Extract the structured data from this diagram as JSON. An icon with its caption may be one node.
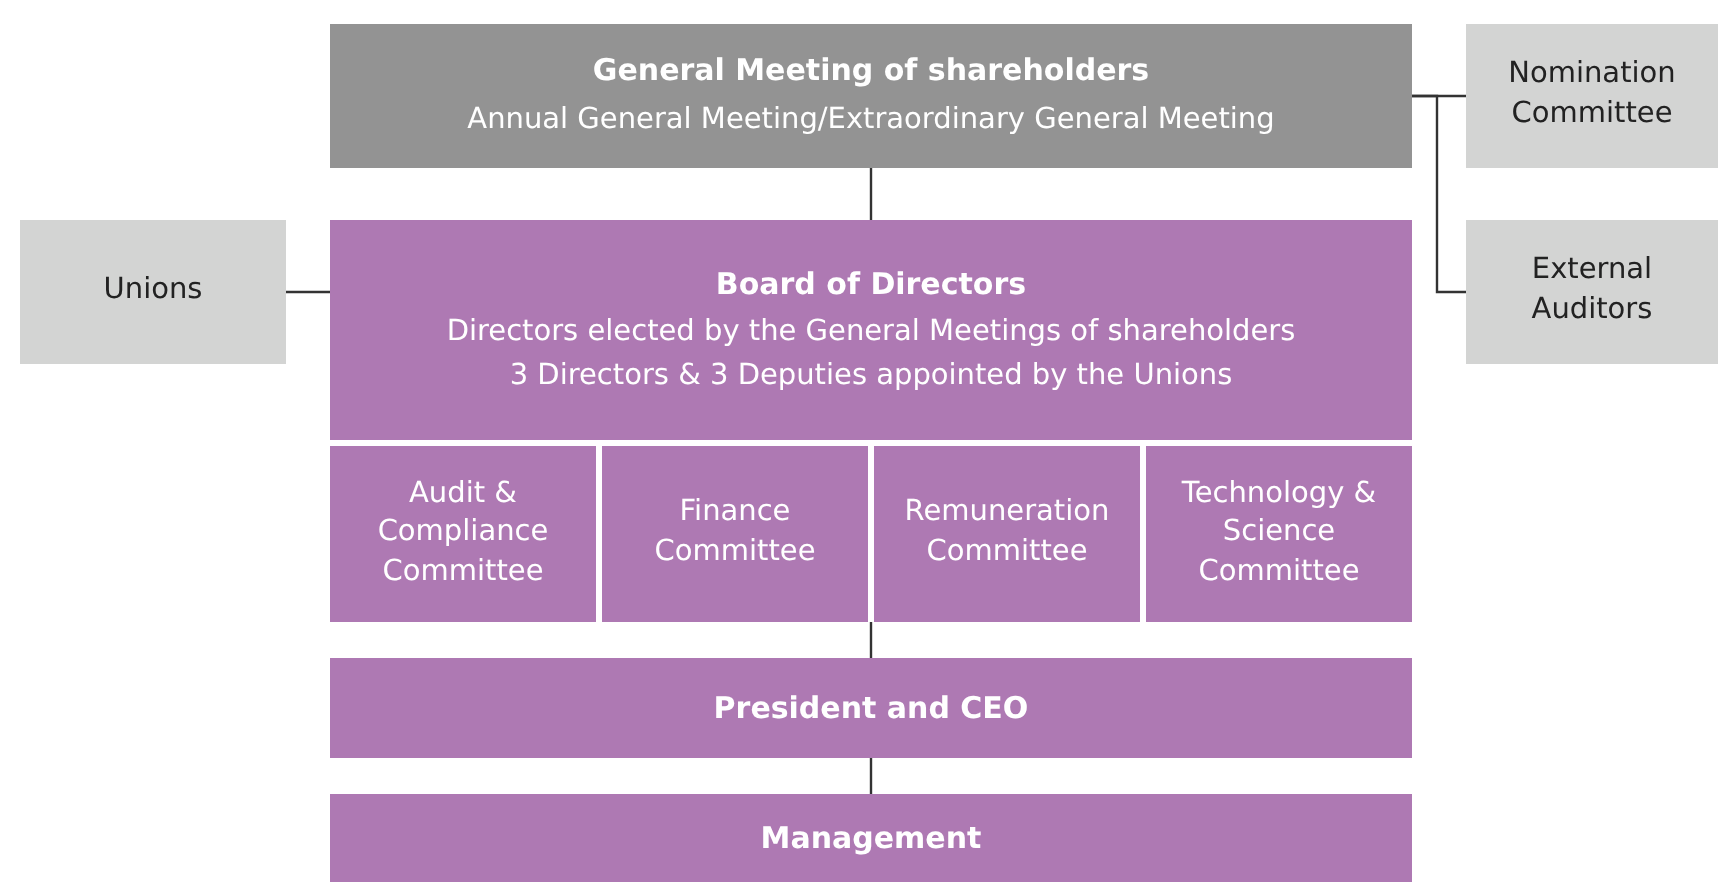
{
  "diagram": {
    "nodes": [
      {
        "text": [
          "General Meeting of shareholders",
          "Annual General Meeting/Extraordinary General Meeting"
        ]
      },
      {
        "text": [
          "Nomination Committee"
        ]
      },
      {
        "text": [
          "Unions"
        ]
      },
      {
        "text": [
          "Board of Directors",
          "Directors elected by the General Meetings of shareholders",
          "3 Directors & 3 Deputies appointed by the Unions"
        ]
      },
      {
        "text": [
          "External Auditors"
        ]
      },
      {
        "text": [
          "Audit & Compliance Committee"
        ]
      },
      {
        "text": [
          "Finance Committee"
        ]
      },
      {
        "text": [
          "Remuneration Committee"
        ]
      },
      {
        "text": [
          "Technology & Science Committee"
        ]
      },
      {
        "text": [
          "President and CEO"
        ]
      },
      {
        "text": [
          "Management"
        ]
      }
    ],
    "edges": [
      {
        "from": 0,
        "to": 3,
        "arrow": "none"
      },
      {
        "from": 2,
        "to": 3,
        "arrow": "none"
      },
      {
        "from": 1,
        "to": 0,
        "arrow": "none"
      },
      {
        "from": 4,
        "to": 0,
        "arrow": "none"
      },
      {
        "from": 6,
        "to": 9,
        "arrow": "none"
      },
      {
        "from": 9,
        "to": 10,
        "arrow": "none"
      }
    ]
  }
}
